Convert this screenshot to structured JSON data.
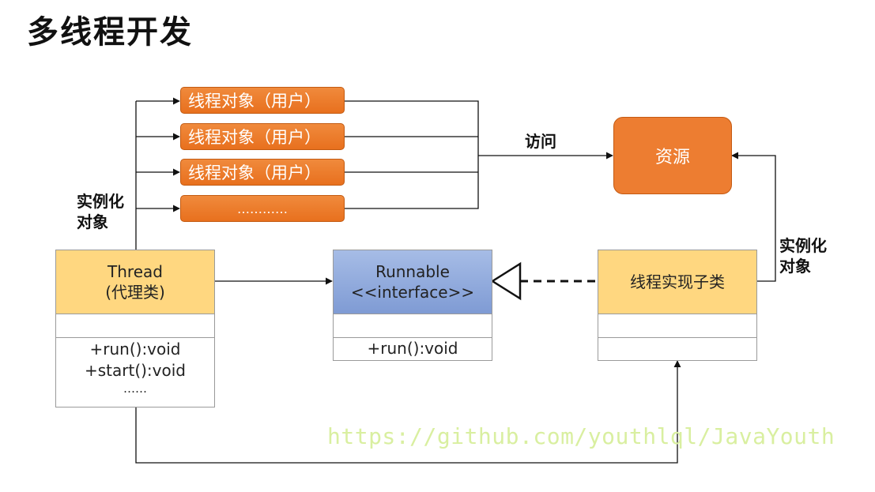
{
  "title": "多线程开发",
  "thread_objects": [
    "线程对象（用户）",
    "线程对象（用户）",
    "线程对象（用户）",
    "…………"
  ],
  "access_label": "访问",
  "resource_label": "资源",
  "instantiate_left": [
    "实例化",
    "对象"
  ],
  "instantiate_right": [
    "实例化",
    "对象"
  ],
  "thread_class": {
    "name": "Thread",
    "stereotype": "(代理类)",
    "methods": [
      "+run():void",
      "+start():void",
      "……"
    ]
  },
  "runnable_class": {
    "name": "Runnable",
    "stereotype": "<<interface>>",
    "methods": [
      "+run():void"
    ]
  },
  "impl_class": {
    "name": "线程实现子类"
  },
  "watermark": "https://github.com/youthlql/JavaYouth",
  "colors": {
    "object_orange": "#ed7d31",
    "class_yellow": "#ffd780",
    "interface_blue": "#8ea9db"
  }
}
